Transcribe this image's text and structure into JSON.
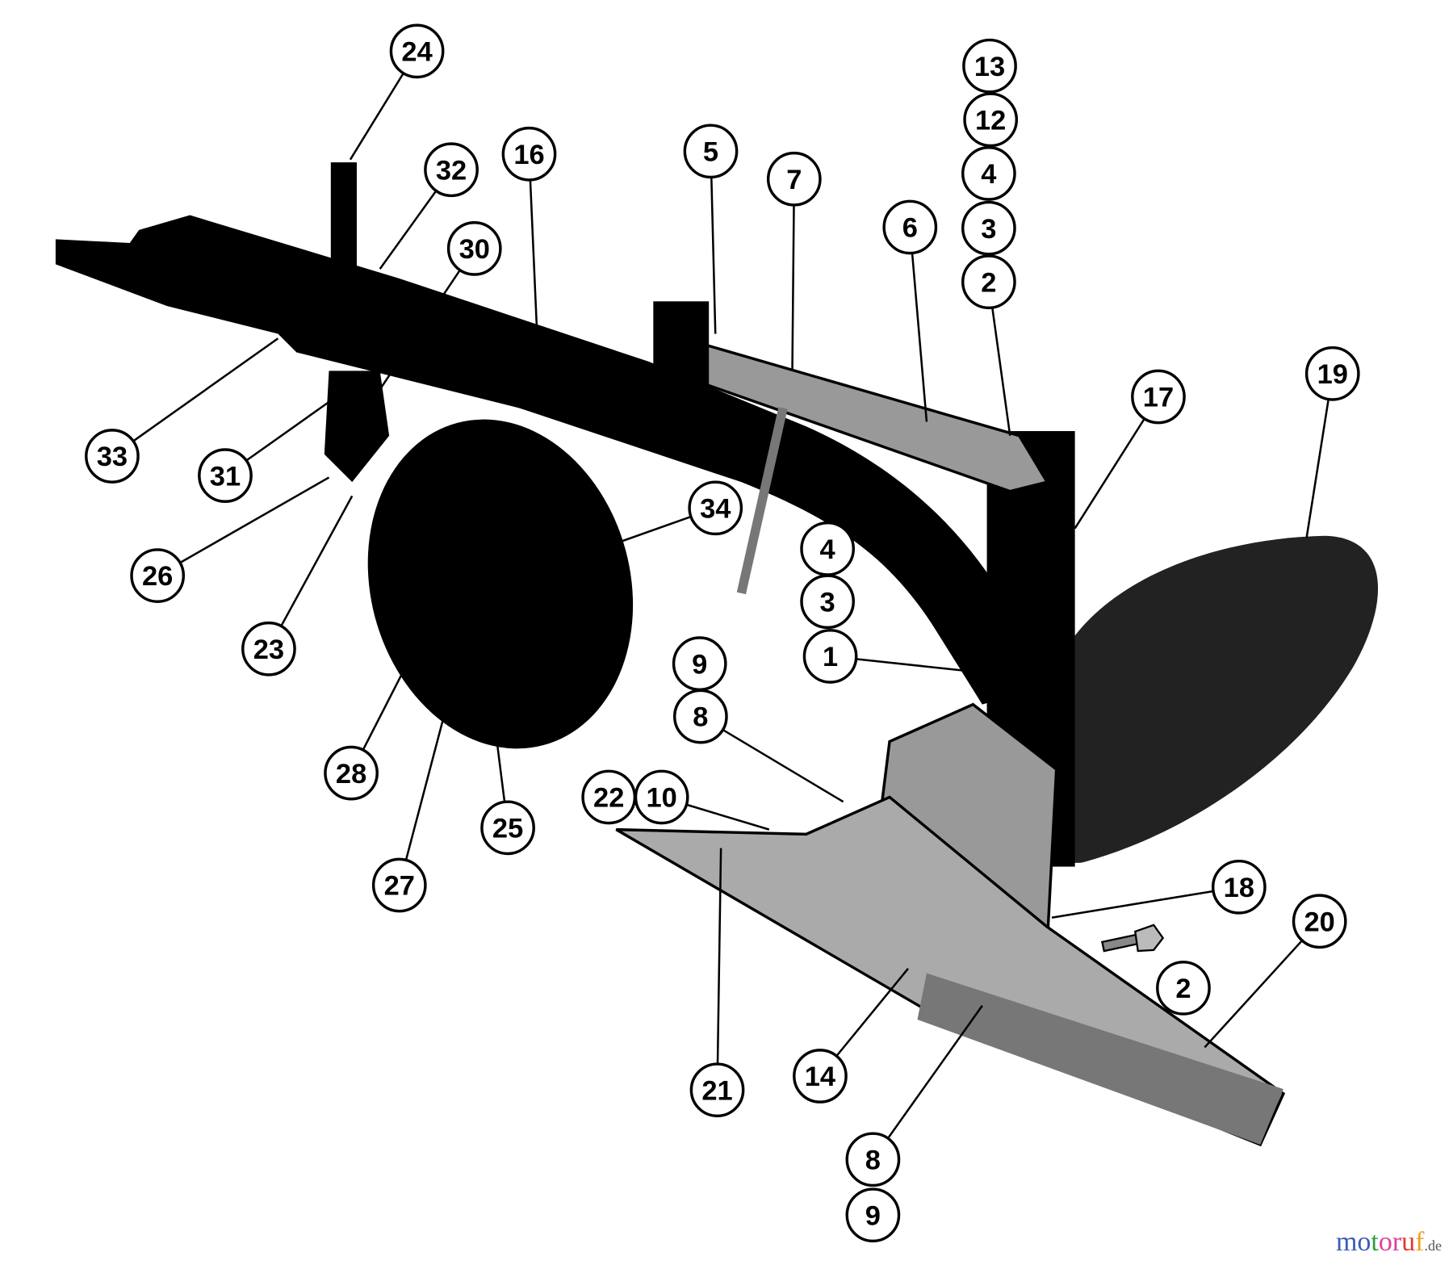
{
  "diagram": {
    "title": "Plow parts diagram",
    "callouts": [
      "24",
      "32",
      "16",
      "30",
      "5",
      "7",
      "6",
      "13",
      "12",
      "4",
      "3",
      "2",
      "17",
      "19",
      "33",
      "31",
      "26",
      "23",
      "34",
      "4",
      "3",
      "1",
      "9",
      "8",
      "28",
      "22",
      "10",
      "25",
      "27",
      "18",
      "20",
      "2",
      "21",
      "14",
      "8",
      "9"
    ]
  },
  "watermark": {
    "brand": "motoruf",
    "tld": ".de",
    "colors": [
      "#3b5bb5",
      "#2f9e3f",
      "#e0409a",
      "#e03a2f",
      "#f0a020"
    ]
  }
}
